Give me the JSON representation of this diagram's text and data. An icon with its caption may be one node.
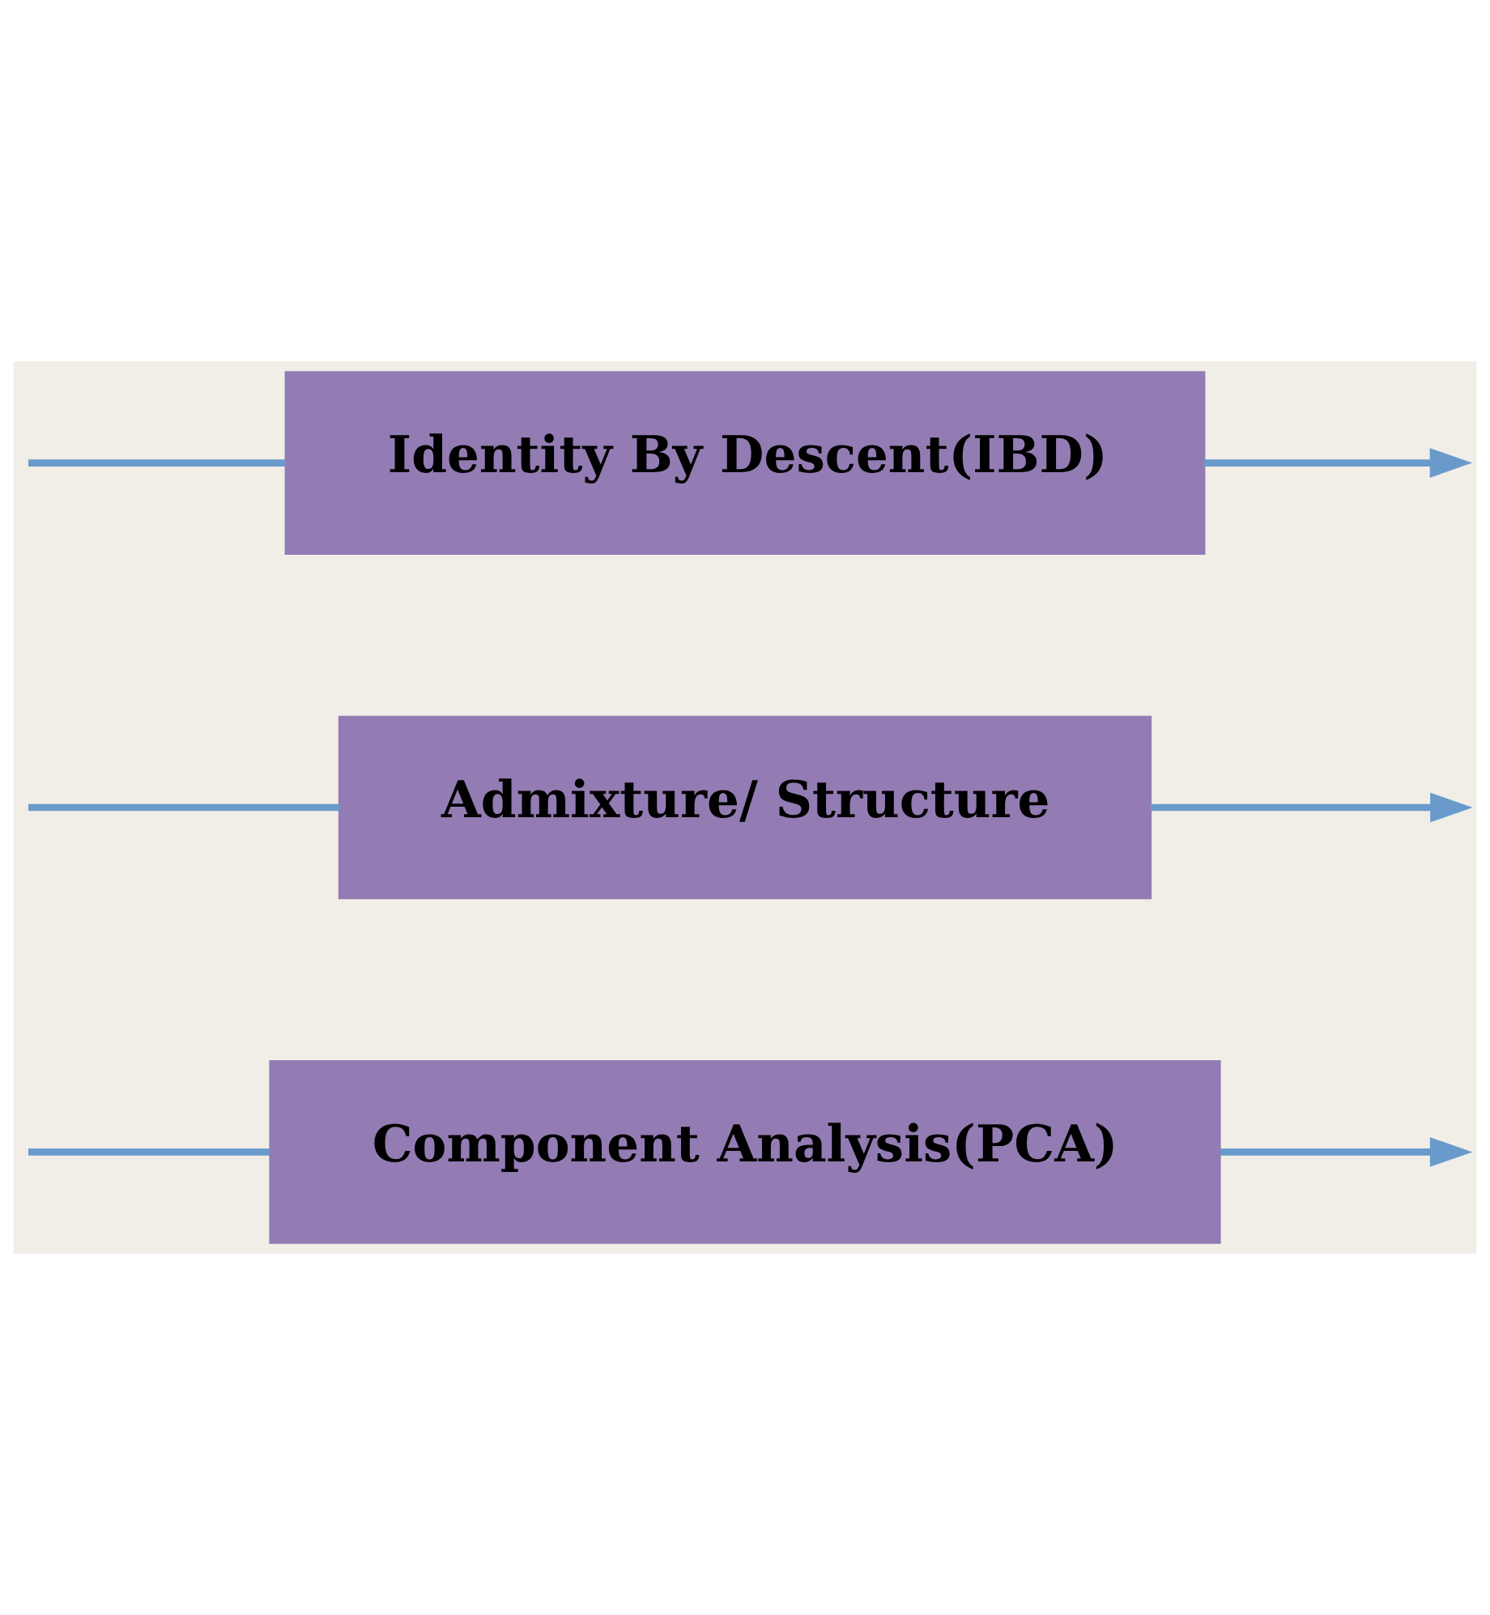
{
  "diagram": {
    "nodes": [
      {
        "text": [
          "Component Analysis(PCA)"
        ]
      },
      {
        "text": [
          "Admixture/ Structure"
        ]
      },
      {
        "text": [
          "Identity By Descent(IBD)"
        ]
      }
    ],
    "edges": [
      {
        "from": null,
        "to": 0,
        "arrow": "none"
      },
      {
        "from": null,
        "to": 1,
        "arrow": "none"
      },
      {
        "from": null,
        "to": 2,
        "arrow": "none"
      },
      {
        "from": 0,
        "to": null,
        "arrow": "to"
      },
      {
        "from": 1,
        "to": null,
        "arrow": "to"
      },
      {
        "from": 2,
        "to": null,
        "arrow": "to"
      }
    ]
  }
}
